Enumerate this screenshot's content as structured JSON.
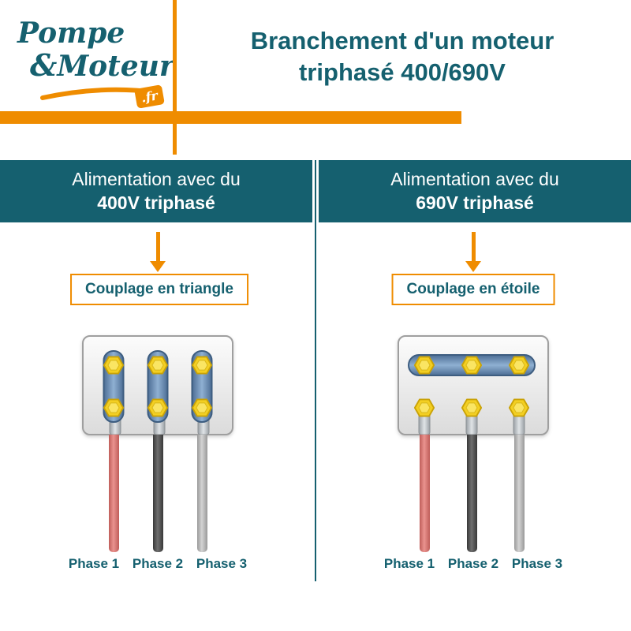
{
  "logo": {
    "pompe": "Pompe",
    "amp": "&",
    "moteur": "Moteur",
    "tld": ".fr"
  },
  "header": {
    "title_line1": "Branchement d'un moteur",
    "title_line2": "triphasé 400/690V"
  },
  "columns": [
    {
      "supply_line1": "Alimentation avec du",
      "supply_line2": "400V triphasé",
      "coupling_label": "Couplage en triangle",
      "coupling_type": "triangle",
      "phases": [
        "Phase 1",
        "Phase 2",
        "Phase 3"
      ]
    },
    {
      "supply_line1": "Alimentation avec du",
      "supply_line2": "690V triphasé",
      "coupling_label": "Couplage en étoile",
      "coupling_type": "étoile",
      "phases": [
        "Phase 1",
        "Phase 2",
        "Phase 3"
      ]
    }
  ],
  "colors": {
    "teal": "#15606f",
    "orange": "#ef8c00",
    "bolt_yellow": "#f3cf22",
    "busbar_blue": "#5e82a9",
    "wire_phase1_red": "#d9736f",
    "wire_phase2_dark_gray": "#4f4f4f",
    "wire_phase3_light_gray": "#bcbcbc"
  }
}
